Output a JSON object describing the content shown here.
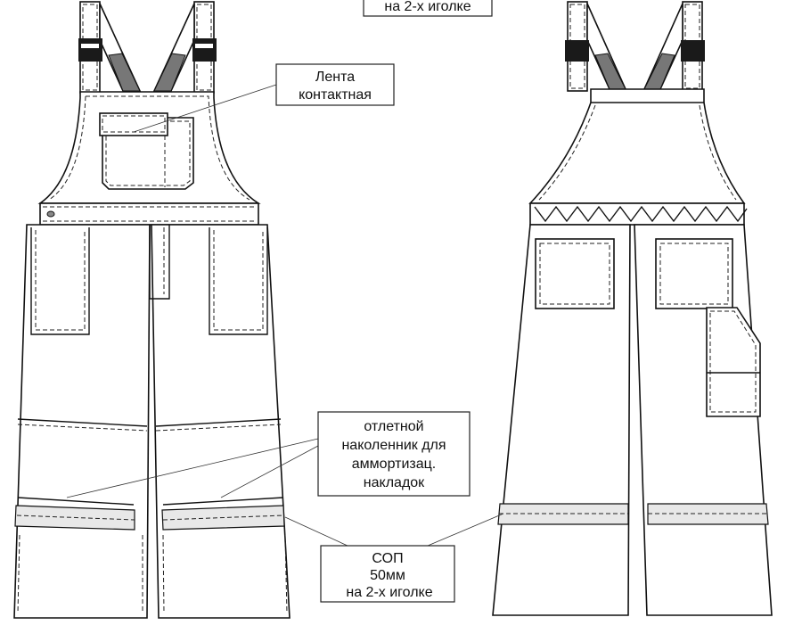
{
  "labels": {
    "top_note": "на 2-х иголке",
    "contact_tape": [
      "Лента",
      "контактная"
    ],
    "knee_pad": [
      "отлетной",
      "наколенник для",
      "аммортизац.",
      "накладок"
    ],
    "reflective_band": [
      "СОП",
      "50мм",
      "на 2-х иголке"
    ]
  },
  "colors": {
    "line": "#111111",
    "tape": "#777777",
    "background": "#ffffff"
  }
}
